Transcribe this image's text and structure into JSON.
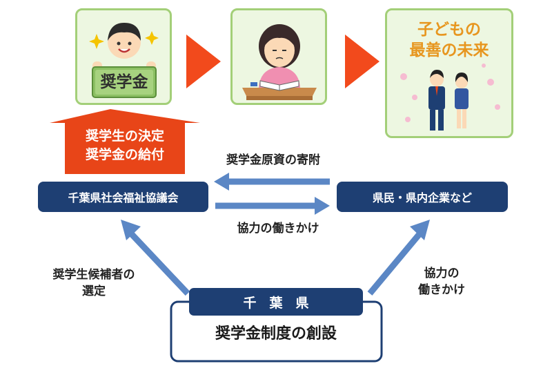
{
  "panels": {
    "scholarship_sign": "奨学金",
    "future_line1": "子どもの",
    "future_line2": "最善の未来"
  },
  "red_arrow": {
    "line1": "奨学生の決定",
    "line2": "奨学金の給付"
  },
  "council": "千葉県社会福祉協議会",
  "residents": "県民・県内企業など",
  "donation": "奨学金原資の寄附",
  "cooperation_lower": "協力の働きかけ",
  "selection_line1": "奨学生候補者の",
  "selection_line2": "選定",
  "cooperation_right_line1": "協力の",
  "cooperation_right_line2": "働きかけ",
  "prefecture_title": "千　葉　県",
  "prefecture_subtitle": "奨学金制度の創設",
  "colors": {
    "navy": "#1e3f73",
    "red_orange": "#e84518",
    "arrow_blue": "#5b87c5",
    "panel_green": "#a3cf78",
    "future_orange": "#e7961f"
  }
}
